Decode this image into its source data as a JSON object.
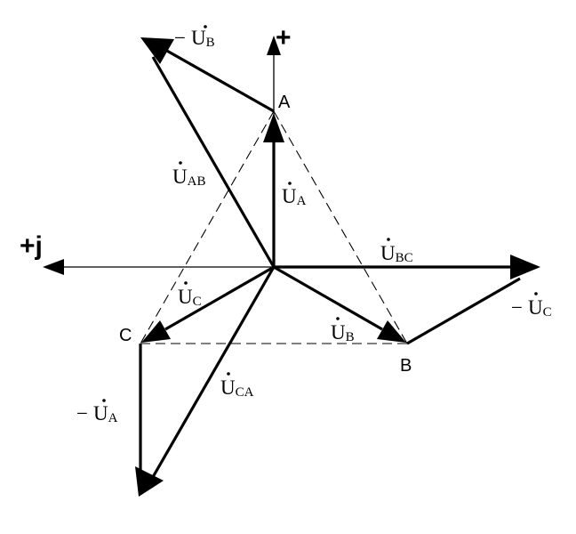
{
  "axes": {
    "vertical_label": "+",
    "horizontal_label": "+j"
  },
  "points": {
    "a": "A",
    "b": "B",
    "c": "C"
  },
  "vectors": {
    "ua": {
      "main": "U",
      "sub": "A"
    },
    "ub": {
      "main": "U",
      "sub": "B"
    },
    "uc": {
      "main": "U",
      "sub": "C"
    },
    "uab": {
      "main": "U",
      "sub": "AB"
    },
    "ubc": {
      "main": "U",
      "sub": "BC"
    },
    "uca": {
      "main": "U",
      "sub": "CA"
    },
    "neg_ub": {
      "main": "U",
      "sub": "B",
      "prefix": "−"
    },
    "neg_uc": {
      "main": "U",
      "sub": "C",
      "prefix": "−"
    },
    "neg_ua": {
      "main": "U",
      "sub": "A",
      "prefix": "−"
    }
  }
}
